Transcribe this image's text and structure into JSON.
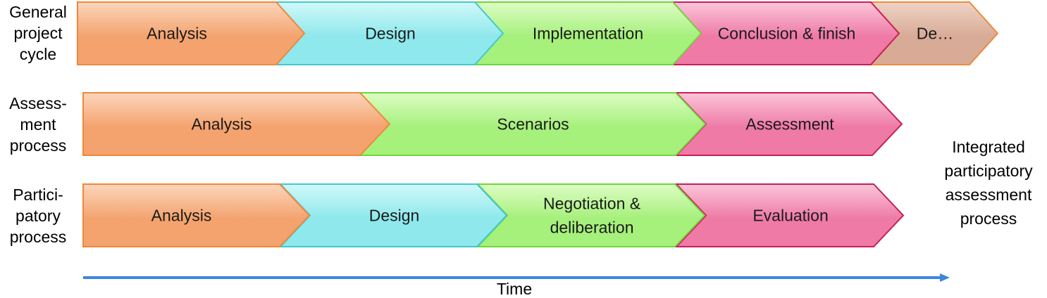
{
  "rows": [
    {
      "label": "General\nproject\ncycle",
      "phases": [
        {
          "text": "Analysis",
          "kind": "analysis"
        },
        {
          "text": "Design",
          "kind": "design"
        },
        {
          "text": "Implementation",
          "kind": "green"
        },
        {
          "text": "Conclusion & finish",
          "kind": "pink"
        },
        {
          "text": "De…",
          "kind": "tan"
        }
      ]
    },
    {
      "label": "Assess-\nment\nprocess",
      "phases": [
        {
          "text": "Analysis",
          "kind": "analysis"
        },
        {
          "text": "Scenarios",
          "kind": "green"
        },
        {
          "text": "Assessment",
          "kind": "pink"
        }
      ]
    },
    {
      "label": "Partici-\npatory\nprocess",
      "phases": [
        {
          "text": "Analysis",
          "kind": "analysis"
        },
        {
          "text": "Design",
          "kind": "design"
        },
        {
          "text": "Negotiation &\ndeliberation",
          "kind": "green"
        },
        {
          "text": "Evaluation",
          "kind": "pink"
        }
      ]
    }
  ],
  "side_label": "Integrated\nparticipatory\nassessment\nprocess",
  "time_label": "Time",
  "colors": {
    "analysis": {
      "light": "#fbd6bd",
      "dark": "#f4a36e",
      "stroke": "#f0883a"
    },
    "design": {
      "light": "#d2f8f8",
      "dark": "#8ee8ec",
      "stroke": "#40c8d2"
    },
    "green": {
      "light": "#ddfdc4",
      "dark": "#a6f07c",
      "stroke": "#6fd63c"
    },
    "pink": {
      "light": "#fbc6da",
      "dark": "#ee7aa5",
      "stroke": "#c81e58"
    },
    "tan": {
      "light": "#eed3c6",
      "dark": "#d8ab96",
      "stroke": "#f08a3a"
    },
    "arrow": "#3d86e0"
  }
}
